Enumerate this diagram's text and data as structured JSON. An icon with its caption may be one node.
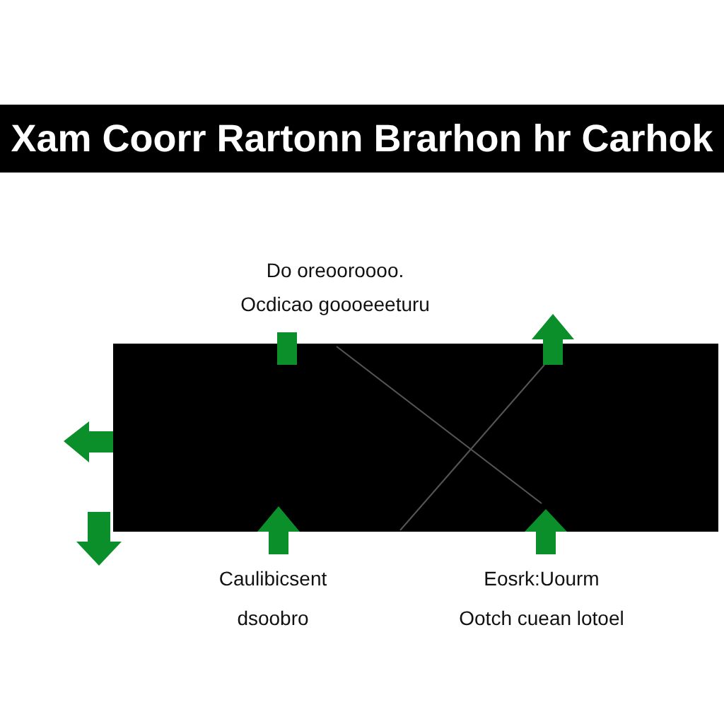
{
  "diagram": {
    "title": "Xam Coorr Rartonn Brarhon hr Carhok",
    "nodes": [
      {
        "text": [],
        "shape": "box"
      }
    ],
    "labels": [
      "Do oreooroooo.",
      "Ocdicao goooeeeturu",
      "Caulibicsent",
      "dsoobro",
      "Eosrk:Uourm",
      "Ootch cuean lotoel"
    ]
  }
}
